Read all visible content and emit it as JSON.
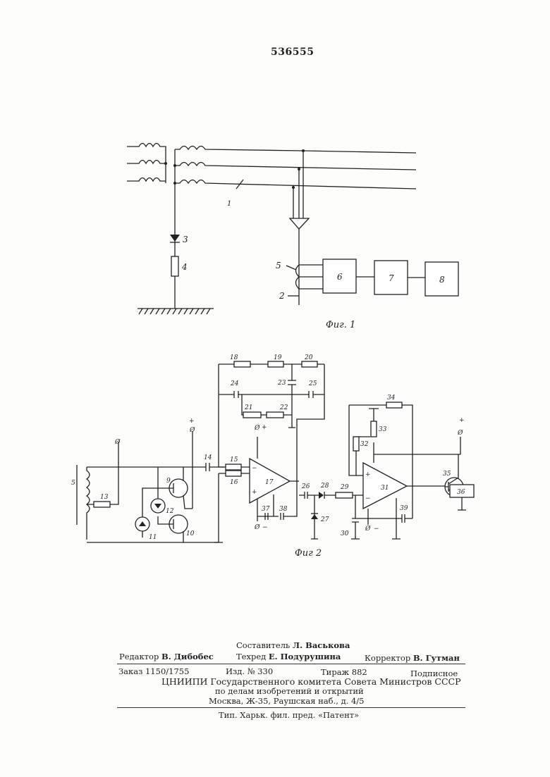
{
  "patent_number": "536555",
  "figure1": {
    "caption": "Фиг. 1",
    "labels": {
      "line": "1",
      "wire": "2",
      "diode": "3",
      "resistor": "4",
      "coil": "5",
      "block6": "6",
      "block7": "7",
      "block8": "8"
    }
  },
  "figure2": {
    "caption": "Фиг 2",
    "labels": [
      "5",
      "9",
      "10",
      "11",
      "12",
      "13",
      "14",
      "15",
      "16",
      "17",
      "18",
      "19",
      "20",
      "21",
      "22",
      "23",
      "24",
      "25",
      "26",
      "27",
      "28",
      "29",
      "30",
      "31",
      "32",
      "33",
      "34",
      "35",
      "36",
      "37",
      "38",
      "39"
    ],
    "plus": "+",
    "minus": "−",
    "terminal": "Ø"
  },
  "imprint": {
    "compiler": "Составитель Л. Васькова",
    "compiler_role": "Составитель",
    "compiler_name": "Л. Васькова",
    "editor_role": "Редактор",
    "editor_name": "В. Дибобес",
    "techred_role": "Техред",
    "techred_name": "Е. Подурушина",
    "corrector_role": "Корректор",
    "corrector_name": "В. Гутман",
    "order": "Заказ  1150/1755",
    "edition": "Изд. № 330",
    "circulation": "Тираж  882",
    "subscription": "Подписное",
    "org_line1": "ЦНИИПИ Государственного комитета Совета Министров СССР",
    "org_line2": "по делам изобретений и открытий",
    "org_line3": "Москва, Ж-35, Раушская наб., д. 4/5",
    "printer": "Тип. Харьк. фил. пред. «Патент»"
  }
}
